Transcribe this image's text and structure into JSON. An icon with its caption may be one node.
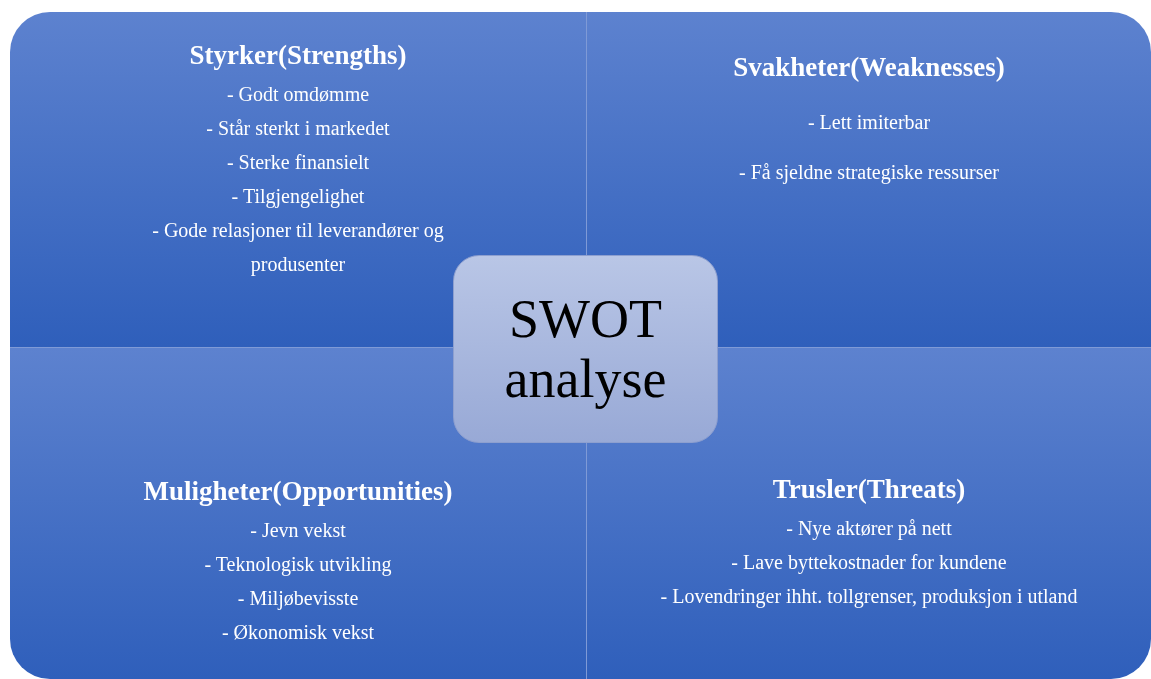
{
  "diagram": {
    "nodes": [
      {
        "text": [
          "Styrker(Strengths)",
          "- Godt omdømme",
          "- Står sterkt i markedet",
          "- Sterke finansielt",
          "- Tilgjengelighet",
          "- Gode relasjoner til leverandører og produsenter"
        ]
      },
      {
        "text": [
          "Svakheter(Weaknesses)",
          "- Lett imiterbar",
          "- Få sjeldne strategiske ressurser"
        ]
      },
      {
        "text": [
          "Muligheter(Opportunities)",
          "- Jevn vekst",
          "- Teknologisk utvikling",
          "- Miljøbevisste",
          "- Økonomisk vekst"
        ]
      },
      {
        "text": [
          "Trusler(Threats)",
          "- Nye aktører på nett",
          "- Lave byttekostnader for kundene",
          "- Lovendringer ihht. tollgrenser, produksjon i utland"
        ]
      },
      {
        "text": [
          "SWOT analyse"
        ]
      }
    ]
  }
}
